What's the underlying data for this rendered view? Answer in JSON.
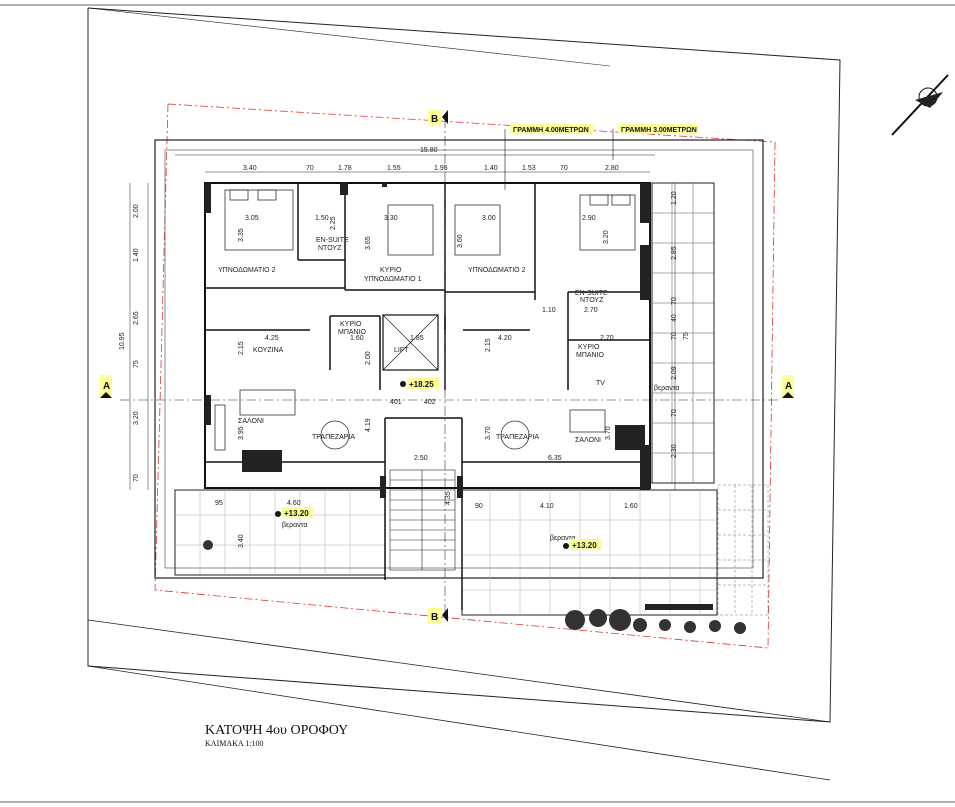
{
  "title": "ΚΑΤΟΨΗ 4ου ΟΡΟΦΟΥ",
  "scale": "ΚΛΙΜΑΚΑ 1:100",
  "notes": {
    "line4": "ΓΡΑΜΜΗ 4.00ΜΕΤΡΩΝ",
    "line3": "ΓΡΑΜΜΗ 3.00ΜΕΤΡΩΝ"
  },
  "sections": {
    "a": "A",
    "b": "B"
  },
  "levels": {
    "stair": "+18.25",
    "veranda_left": "+13.20",
    "veranda_right": "+13.20"
  },
  "rooms": {
    "bed2_left": "ΥΠΝΟΔΩΜΑΤΙΟ 2",
    "master_left": "ΚΥΡΙΟ",
    "bed1": "ΥΠΝΟΔΩΜΑΤΙΟ 1",
    "bed2_right": "ΥΠΝΟΔΩΜΑΤΙΟ 2",
    "ensuite_left": "EN-SUITE",
    "shower_left": "ΝΤΟΥΖ",
    "ensuite_right": "EN-SUITE",
    "shower_right": "ΝΤΟΥΖ",
    "kitchen": "ΚΟΥΖΙΝΑ",
    "bath_main": "ΚΥΡΙΟ",
    "bath_main2": "ΜΠΑΝΙΟ",
    "bath_right": "ΚΥΡΙΟ",
    "bath_right2": "ΜΠΑΝΙΟ",
    "lift": "LIFT",
    "salon_left": "ΣΑΛΟΝΙ",
    "dining_left": "ΤΡΑΠΕΖΑΡΙΑ",
    "dining_right": "ΤΡΑΠΕΖΑΡΙΑ",
    "salon_right": "ΣΑΛΟΝΙ",
    "veranda_left": "βεραντα",
    "veranda_right": "βεραντα",
    "veranda_side": "βεραντα",
    "tv": "TV"
  },
  "dims_top": [
    "3.40",
    "70",
    "1.78",
    "1.55",
    "1.95",
    "1.40",
    "1.53",
    "70",
    "2.80"
  ],
  "dim_total_top": "15.80",
  "dims_left": [
    "2.00",
    "1.40",
    "2.65",
    "75",
    "3.20",
    "70"
  ],
  "dim_total_left": "10.95",
  "dims_right": [
    "1.20",
    "2.85",
    "70",
    "40",
    "70",
    "2.09",
    "70",
    "2.30",
    "75"
  ],
  "dims_interior": [
    "3.05",
    "1.50",
    "3.30",
    "3.00",
    "2.90",
    "3.35",
    "3.65",
    "3.60",
    "3.20",
    "4.25",
    "1.10",
    "2.70",
    "4.20",
    "2.70",
    "1.85",
    "1.60",
    "2.50",
    "6.35",
    "4.60",
    "4.10",
    "1.60",
    "95",
    "90",
    "4.35",
    "3.70",
    "3.70",
    "3.95",
    "4.19",
    "2.15",
    "2.00",
    "2.15",
    "3.40",
    "2.25"
  ],
  "small_codes": {
    "d1": "401",
    "d2": "402"
  }
}
